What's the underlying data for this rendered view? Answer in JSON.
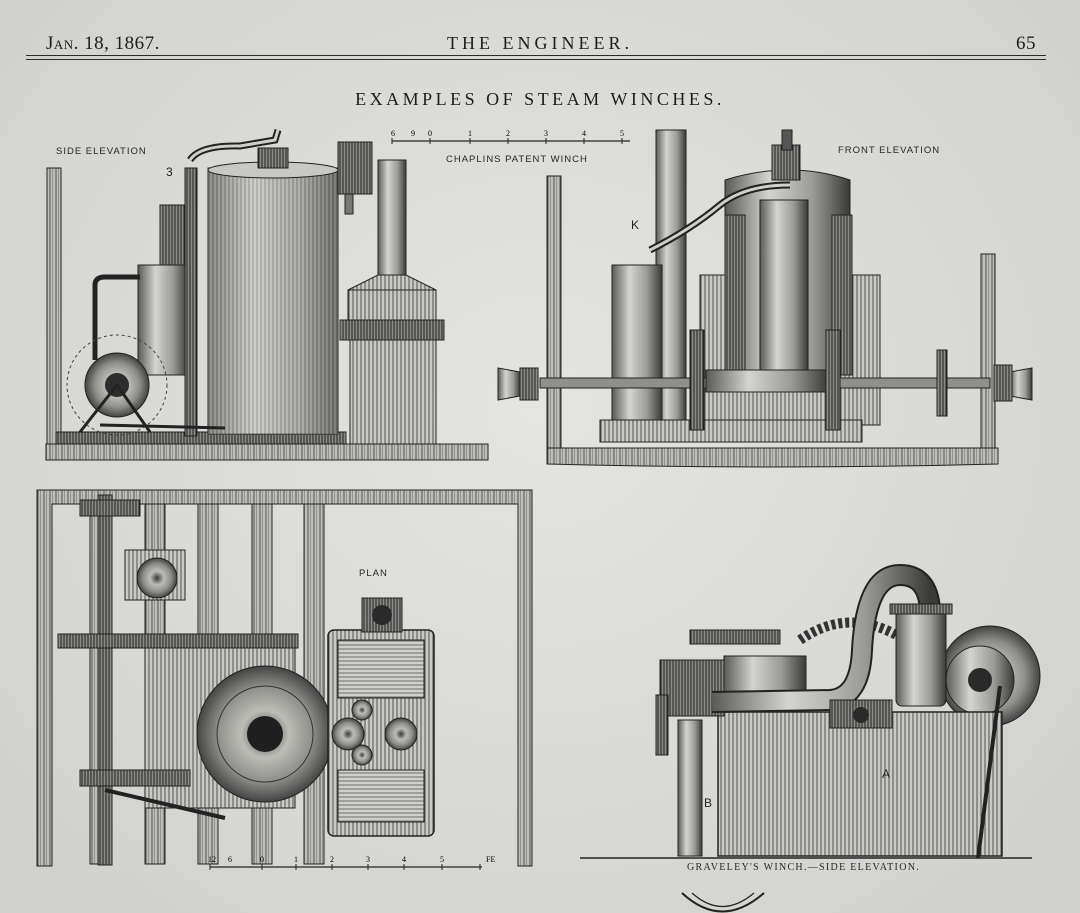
{
  "header": {
    "date": "Jan. 18, 1867.",
    "journal": "THE ENGINEER.",
    "page_number": "65"
  },
  "title": "EXAMPLES OF STEAM WINCHES.",
  "captions": {
    "side_elevation": "SIDE ELEVATION",
    "chaplins_patent_winch": "CHAPLINS PATENT WINCH",
    "front_elevation": "FRONT ELEVATION",
    "plan": "PLAN",
    "graveley_winch": "GRAVELEY'S WINCH.—SIDE ELEVATION."
  },
  "scale_bars": {
    "top_ticks": [
      "6",
      "9",
      "0",
      "1",
      "2",
      "3",
      "4",
      "5"
    ],
    "bottom_ticks": [
      "12",
      "6",
      "0",
      "1",
      "2",
      "3",
      "4",
      "5"
    ],
    "bottom_unit": "FE"
  },
  "figure_labels": {
    "graveley_a": "A",
    "graveley_b": "B",
    "front_k": "K",
    "side_3": "3"
  },
  "colors": {
    "paper": "#d9d9d6",
    "ink": "#1d1d1d"
  }
}
